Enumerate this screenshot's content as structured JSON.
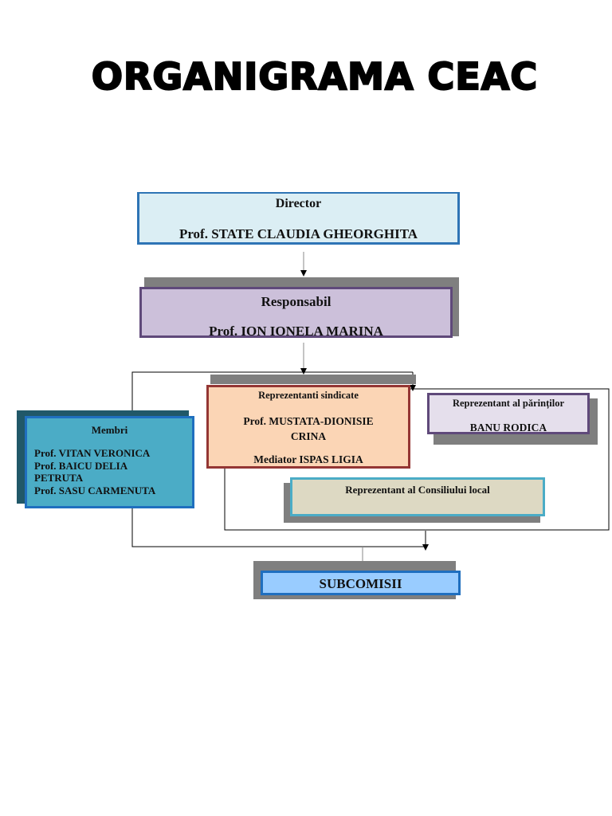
{
  "title": "ORGANIGRAMA CEAC",
  "director": {
    "role": "Director",
    "name": "Prof. STATE CLAUDIA GHEORGHITA"
  },
  "responsabil": {
    "role": "Responsabil",
    "name": "Prof. ION IONELA MARINA"
  },
  "membri": {
    "role": "Membri",
    "names": [
      "Prof. VITAN VERONICA",
      "Prof. BAICU DELIA",
      "PETRUTA",
      "Prof. SASU CARMENUTA"
    ]
  },
  "sindicate": {
    "role": "Reprezentanti sindicate",
    "name_line1": "Prof. MUSTATA-DIONISIE",
    "name_line2": "CRINA",
    "mediator": "Mediator ISPAS LIGIA"
  },
  "parinti": {
    "role": "Reprezentant al părinților",
    "name": "BANU RODICA"
  },
  "consiliu": {
    "role": "Reprezentant al Consiliului local"
  },
  "subcomisii": {
    "label": "SUBCOMISII"
  },
  "colors": {
    "director_fill": "#dbeef4",
    "director_border": "#2e74b5",
    "resp_fill": "#ccc0da",
    "resp_border": "#5f497a",
    "membri_fill": "#4bacc6",
    "membri_border": "#1f6fbf",
    "sind_fill": "#fbd5b5",
    "sind_border": "#943634",
    "parinti_fill": "#e5dfec",
    "consiliu_fill": "#ddd9c3",
    "subcom_fill": "#99ccff",
    "shadow": "#7f7f7f"
  }
}
